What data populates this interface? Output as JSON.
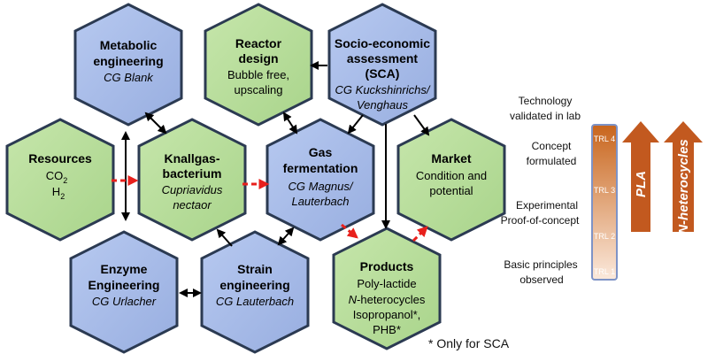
{
  "colors": {
    "blue_fill": "#a9bde9",
    "green_fill": "#b9df9c",
    "hex_edge": "#2b3a52",
    "black_arrow": "#000000",
    "red_arrow": "#e8201c",
    "trl_dark": "#c8651c",
    "trl_light": "#fbe9dc",
    "trl_border": "#7e93c6",
    "big_arrow": "#c2591f"
  },
  "hexagons": {
    "metabolic": {
      "title1": "Metabolic",
      "title2": "engineering",
      "group": "CG Blank"
    },
    "reactor": {
      "title": "Reactor",
      "title2": "design",
      "body1": "Bubble free,",
      "body2": "upscaling"
    },
    "sca": {
      "title1": "Socio-economic",
      "title2": "assessment",
      "title3": "(SCA)",
      "group1": "CG Kuckshinrichs/",
      "group2": "Venghaus"
    },
    "resources": {
      "title": "Resources",
      "body1": "CO",
      "body1_sub": "2",
      "body2": "H",
      "body2_sub": "2"
    },
    "knallgas": {
      "title1": "Knallgas-",
      "title2": "bacterium",
      "organism1": "Cupriavidus",
      "organism2": "nectaor"
    },
    "gas": {
      "title1": "Gas",
      "title2": "fermentation",
      "group1": "CG Magnus/",
      "group2": "Lauterbach"
    },
    "market": {
      "title": "Market",
      "body1": "Condition and",
      "body2": "potential"
    },
    "enzyme": {
      "title1": "Enzyme",
      "title2": "Engineering",
      "group": "CG Urlacher"
    },
    "strain": {
      "title1": "Strain",
      "title2": "engineering",
      "group": "CG Lauterbach"
    },
    "products": {
      "title": "Products",
      "line1": "Poly-lactide",
      "line2_italic": "N",
      "line2_rest": "-heterocycles",
      "line3": "Isopropanol*,",
      "line4": "PHB*"
    }
  },
  "trl": {
    "labels": {
      "l4a": "Technology",
      "l4b": "validated in lab",
      "l3a": "Concept",
      "l3b": "formulated",
      "l2a": "Experimental",
      "l2b": "Proof-of-concept",
      "l1a": "Basic principles",
      "l1b": "observed"
    },
    "levels": [
      "TRL 4",
      "TRL 3",
      "TRL 2",
      "TRL 1"
    ],
    "arrow1": "PLA",
    "arrow2_italic": "N",
    "arrow2_rest": "-heterocycles"
  },
  "footnote": "* Only for SCA"
}
